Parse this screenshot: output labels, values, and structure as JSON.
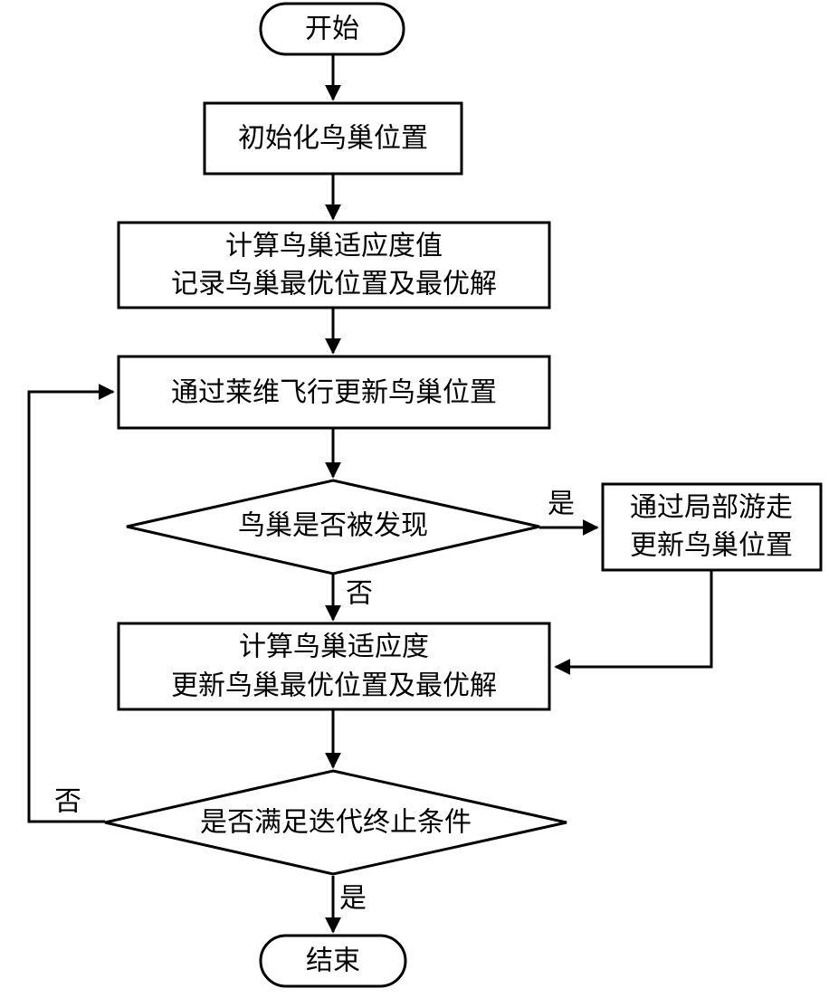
{
  "flowchart": {
    "start": "开始",
    "init": "初始化鸟巢位置",
    "compute_line1": "计算鸟巢适应度值",
    "compute_line2": "记录鸟巢最优位置及最优解",
    "levy": "通过莱维飞行更新鸟巢位置",
    "discovered": "鸟巢是否被发现",
    "local_line1": "通过局部游走",
    "local_line2": "更新鸟巢位置",
    "update_line1": "计算鸟巢适应度",
    "update_line2": "更新鸟巢最优位置及最优解",
    "terminate": "是否满足迭代终止条件",
    "end": "结束",
    "label_yes_discovered": "是",
    "label_no_discovered": "否",
    "label_no_terminate": "否",
    "label_yes_terminate": "是"
  }
}
